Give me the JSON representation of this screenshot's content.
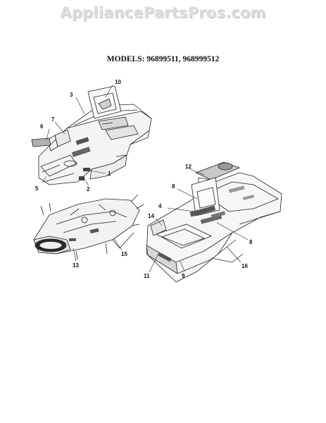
{
  "watermark": "AppliancePartsPros.com",
  "models_heading": "MODELS: 96899511, 968999512",
  "callouts": [
    "10",
    "3",
    "7",
    "6",
    "1",
    "5",
    "2",
    "12",
    "8",
    "4",
    "14",
    "8",
    "11",
    "9",
    "16",
    "13",
    "15"
  ],
  "colors": {
    "line": "#222222",
    "shade": "#c8c8c8",
    "dark": "#555555",
    "watermark": "#dcdcdc"
  }
}
